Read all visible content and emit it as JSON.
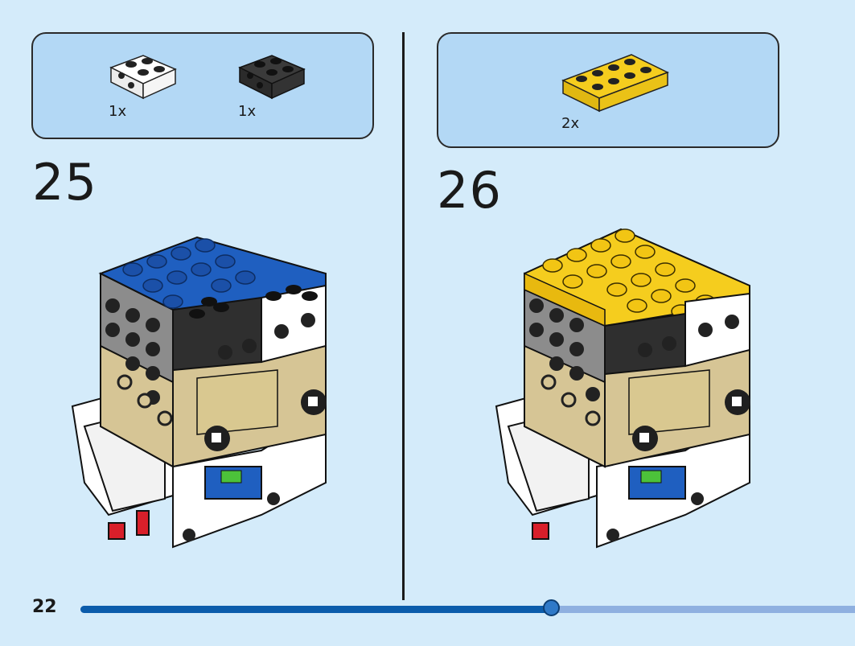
{
  "page": {
    "number": "22",
    "progress": 0.607
  },
  "steps": [
    {
      "number": "25",
      "parts": [
        {
          "qty": "1x",
          "color": "#ffffff",
          "icon": "white-bracket-plate-icon"
        },
        {
          "qty": "1x",
          "color": "#2b2b2b",
          "icon": "black-bracket-plate-icon"
        }
      ],
      "model_icon": "brickheadz-model-step-25-icon"
    },
    {
      "number": "26",
      "parts": [
        {
          "qty": "2x",
          "color": "#f5cd1e",
          "icon": "yellow-plate-2x4-icon"
        }
      ],
      "model_icon": "brickheadz-model-step-26-icon"
    }
  ],
  "colors": {
    "background": "#d4ebfa",
    "parts_box": "#b3d8f5",
    "progress": "#0b5cab",
    "progress_track": "#8fb0e0"
  }
}
